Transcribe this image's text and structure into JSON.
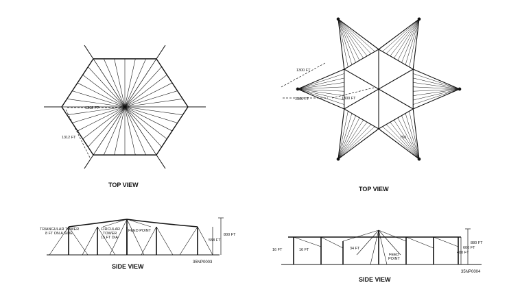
{
  "left": {
    "top_title": "TOP VIEW",
    "side_title": "SIDE VIEW",
    "dim_radius": "1312 FT",
    "dim_side": "1312 FT",
    "label_triangular_1": "TRIANGULAR TOWER",
    "label_triangular_2": "8 FT ON A SIDE",
    "label_circular_1": "CIRCULAR",
    "label_circular_2": "TOWER",
    "label_circular_3": "15 FT DIA",
    "label_feed": "FEED POINT",
    "dim_h1": "800 FT",
    "dim_h2": "558 FT",
    "code": "35NP0003"
  },
  "right": {
    "top_title": "TOP VIEW",
    "side_title": "SIDE VIEW",
    "dim_1": "1300 FT",
    "dim_2": "1300 FT",
    "dim_3": "1300 FT",
    "dim_4": "750",
    "dim_left_1": "16 FT",
    "dim_left_2": "16 FT",
    "dim_mid": "34 FT",
    "label_feed_1": "FEED",
    "label_feed_2": "POINT",
    "dim_h1": "880 FT",
    "dim_h2": "600 FT",
    "dim_h3": "400 FT",
    "code": "35NP0004"
  }
}
